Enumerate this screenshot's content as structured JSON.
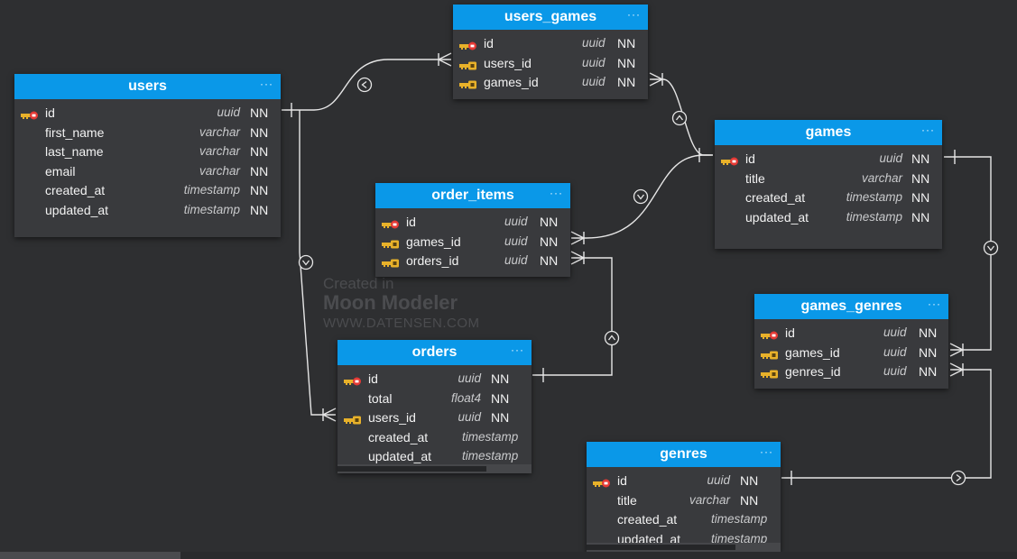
{
  "watermark": {
    "line1": "Created in",
    "line2": "Moon Modeler",
    "line3": "WWW.DATENSEN.COM"
  },
  "colors": {
    "background": "#2e2f31",
    "header": "#0a98e8",
    "body": "#393a3d",
    "connector": "#e6e6e6"
  },
  "menu_icon": "···",
  "entities": {
    "users_games": {
      "title": "users_games",
      "columns": [
        {
          "name": "id",
          "type": "uuid",
          "nn": "NN",
          "key": "pk"
        },
        {
          "name": "users_id",
          "type": "uuid",
          "nn": "NN",
          "key": "fk"
        },
        {
          "name": "games_id",
          "type": "uuid",
          "nn": "NN",
          "key": "fk"
        }
      ]
    },
    "users": {
      "title": "users",
      "columns": [
        {
          "name": "id",
          "type": "uuid",
          "nn": "NN",
          "key": "pk"
        },
        {
          "name": "first_name",
          "type": "varchar",
          "nn": "NN",
          "key": "none"
        },
        {
          "name": "last_name",
          "type": "varchar",
          "nn": "NN",
          "key": "none"
        },
        {
          "name": "email",
          "type": "varchar",
          "nn": "NN",
          "key": "none"
        },
        {
          "name": "created_at",
          "type": "timestamp",
          "nn": "NN",
          "key": "none"
        },
        {
          "name": "updated_at",
          "type": "timestamp",
          "nn": "NN",
          "key": "none"
        }
      ]
    },
    "games": {
      "title": "games",
      "columns": [
        {
          "name": "id",
          "type": "uuid",
          "nn": "NN",
          "key": "pk"
        },
        {
          "name": "title",
          "type": "varchar",
          "nn": "NN",
          "key": "none"
        },
        {
          "name": "created_at",
          "type": "timestamp",
          "nn": "NN",
          "key": "none"
        },
        {
          "name": "updated_at",
          "type": "timestamp",
          "nn": "NN",
          "key": "none"
        }
      ]
    },
    "order_items": {
      "title": "order_items",
      "columns": [
        {
          "name": "id",
          "type": "uuid",
          "nn": "NN",
          "key": "pk"
        },
        {
          "name": "games_id",
          "type": "uuid",
          "nn": "NN",
          "key": "fk"
        },
        {
          "name": "orders_id",
          "type": "uuid",
          "nn": "NN",
          "key": "fk"
        }
      ]
    },
    "games_genres": {
      "title": "games_genres",
      "columns": [
        {
          "name": "id",
          "type": "uuid",
          "nn": "NN",
          "key": "pk"
        },
        {
          "name": "games_id",
          "type": "uuid",
          "nn": "NN",
          "key": "fk"
        },
        {
          "name": "genres_id",
          "type": "uuid",
          "nn": "NN",
          "key": "fk"
        }
      ]
    },
    "orders": {
      "title": "orders",
      "columns": [
        {
          "name": "id",
          "type": "uuid",
          "nn": "NN",
          "key": "pk"
        },
        {
          "name": "total",
          "type": "float4",
          "nn": "NN",
          "key": "none"
        },
        {
          "name": "users_id",
          "type": "uuid",
          "nn": "NN",
          "key": "fk"
        },
        {
          "name": "created_at",
          "type": "timestamp",
          "nn": "",
          "key": "none"
        },
        {
          "name": "updated_at",
          "type": "timestamp",
          "nn": "",
          "key": "none"
        }
      ]
    },
    "genres": {
      "title": "genres",
      "columns": [
        {
          "name": "id",
          "type": "uuid",
          "nn": "NN",
          "key": "pk"
        },
        {
          "name": "title",
          "type": "varchar",
          "nn": "NN",
          "key": "none"
        },
        {
          "name": "created_at",
          "type": "timestamp",
          "nn": "",
          "key": "none"
        },
        {
          "name": "updated_at",
          "type": "timestamp",
          "nn": "",
          "key": "none"
        }
      ]
    }
  },
  "relationships": [
    {
      "name": "users-to-users_games",
      "from": "users",
      "to": "users_games"
    },
    {
      "name": "games-to-users_games",
      "from": "games",
      "to": "users_games"
    },
    {
      "name": "games-to-order_items",
      "from": "games",
      "to": "order_items"
    },
    {
      "name": "users-to-orders",
      "from": "users",
      "to": "orders"
    },
    {
      "name": "orders-to-order_items",
      "from": "orders",
      "to": "order_items"
    },
    {
      "name": "games-to-games_genres",
      "from": "games",
      "to": "games_genres"
    },
    {
      "name": "genres-to-games_genres",
      "from": "genres",
      "to": "games_genres"
    }
  ]
}
